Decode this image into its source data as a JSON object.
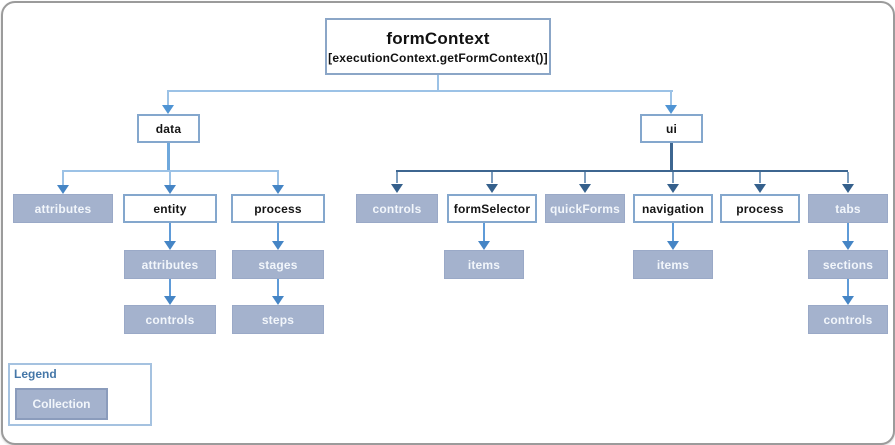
{
  "root": {
    "title": "formContext",
    "subtitle": "[executionContext.getFormContext()]"
  },
  "nodes": {
    "data": {
      "label": "data",
      "kind": "object"
    },
    "ui": {
      "label": "ui",
      "kind": "object"
    },
    "data_attributes": {
      "label": "attributes",
      "kind": "collection"
    },
    "data_entity": {
      "label": "entity",
      "kind": "object"
    },
    "data_process": {
      "label": "process",
      "kind": "object"
    },
    "entity_attributes": {
      "label": "attributes",
      "kind": "collection"
    },
    "entity_controls": {
      "label": "controls",
      "kind": "collection"
    },
    "process_stages": {
      "label": "stages",
      "kind": "collection"
    },
    "process_steps": {
      "label": "steps",
      "kind": "collection"
    },
    "ui_controls": {
      "label": "controls",
      "kind": "collection"
    },
    "ui_formSelector": {
      "label": "formSelector",
      "kind": "object"
    },
    "formSelector_items": {
      "label": "items",
      "kind": "collection"
    },
    "ui_quickForms": {
      "label": "quickForms",
      "kind": "collection"
    },
    "ui_navigation": {
      "label": "navigation",
      "kind": "object"
    },
    "navigation_items": {
      "label": "items",
      "kind": "collection"
    },
    "ui_process": {
      "label": "process",
      "kind": "object"
    },
    "ui_tabs": {
      "label": "tabs",
      "kind": "collection"
    },
    "tabs_sections": {
      "label": "sections",
      "kind": "collection"
    },
    "sections_controls": {
      "label": "controls",
      "kind": "collection"
    }
  },
  "legend": {
    "title": "Legend",
    "items": [
      {
        "label": "Collection",
        "style": "collection"
      }
    ]
  },
  "colors": {
    "collection_fill": "#a4b2cd",
    "object_border": "#84a7cd",
    "connector_light": "#9cc2e6",
    "connector_medium": "#4f94d4",
    "connector_dark": "#3d6690",
    "legend_title": "#4577a8",
    "outer_border": "#9b9b9b"
  }
}
